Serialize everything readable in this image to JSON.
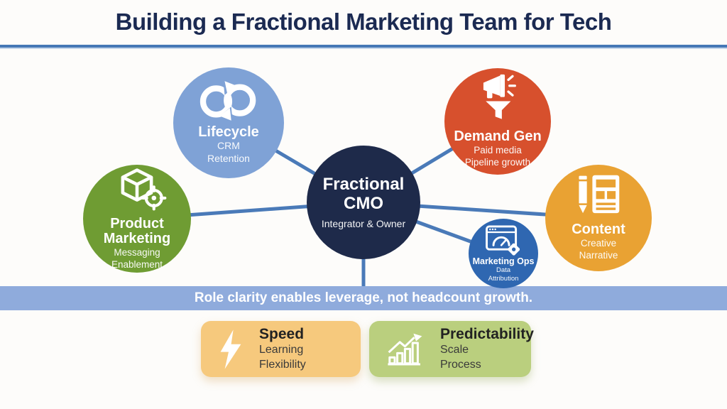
{
  "title": "Building a Fractional Marketing Team for Tech",
  "colors": {
    "title_text": "#1b2a52",
    "accent_rule": "#4678b6",
    "connector": "#4a7ab8",
    "hub_bg": "#1e2a4a",
    "banner_bg": "#8fabdc",
    "background": "#fdfcfa"
  },
  "hub": {
    "line1": "Fractional",
    "line2": "CMO",
    "subtitle": "Integrator & Owner",
    "color": "#1e2a4a"
  },
  "nodes": [
    {
      "id": "lifecycle",
      "label": "Lifecycle",
      "sublines": [
        "CRM",
        "Retention"
      ],
      "color": "#7fa2d6",
      "icon": "cycle-arrows-icon"
    },
    {
      "id": "demand-gen",
      "label": "Demand Gen",
      "sublines": [
        "Paid media",
        "Pipeline growth"
      ],
      "color": "#d7502d",
      "icon": "megaphone-funnel-icon"
    },
    {
      "id": "product-marketing",
      "label": "Product Marketing",
      "sublines": [
        "Messaging",
        "Enablement"
      ],
      "color": "#6f9c33",
      "icon": "cube-target-icon"
    },
    {
      "id": "content",
      "label": "Content",
      "sublines": [
        "Creative",
        "Narrative"
      ],
      "color": "#e9a233",
      "icon": "pencil-document-icon"
    },
    {
      "id": "marketing-ops",
      "label": "Marketing Ops",
      "sublines": [
        "Data",
        "Attribution"
      ],
      "color": "#2f67b1",
      "icon": "dashboard-gear-icon"
    }
  ],
  "banner": {
    "text": "Role clarity enables leverage, not headcount growth."
  },
  "benefits": [
    {
      "title": "Speed",
      "items": [
        "Learning",
        "Flexibility"
      ],
      "color": "#f6c97d",
      "icon": "lightning-bolt-icon"
    },
    {
      "title": "Predictability",
      "items": [
        "Scale",
        "Process"
      ],
      "color": "#bacf7e",
      "icon": "growth-chart-icon"
    }
  ]
}
